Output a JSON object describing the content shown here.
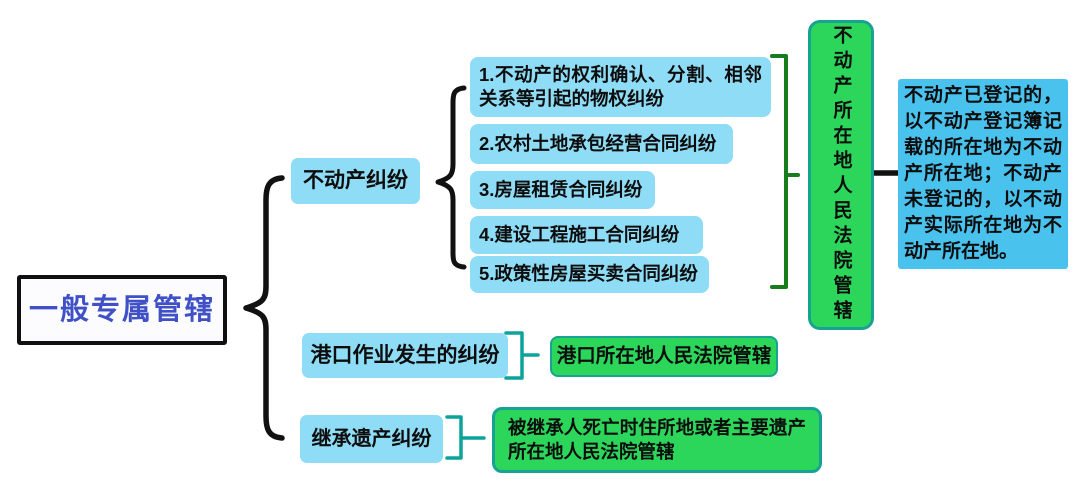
{
  "root": {
    "label": "一般专属管辖"
  },
  "branches": [
    {
      "label": "不动产纠纷",
      "items": [
        {
          "text": "1.不动产的权利确认、分割、相邻关系等引起的物权纠纷"
        },
        {
          "text": "2.农村土地承包经营合同纠纷"
        },
        {
          "text": "3.房屋租赁合同纠纷"
        },
        {
          "text": "4.建设工程施工合同纠纷"
        },
        {
          "text": "5.政策性房屋买卖合同纠纷"
        }
      ],
      "result": {
        "label": "不动产所在地人民法院管辖"
      },
      "note": {
        "text": "不动产已登记的，以不动产登记簿记载的所在地为不动产所在地；不动产未登记的，以不动产实际所在地为不动产所在地。"
      }
    },
    {
      "label": "港口作业发生的纠纷",
      "result": {
        "label": "港口所在地人民法院管辖"
      }
    },
    {
      "label": "继承遗产纠纷",
      "result": {
        "label": "被继承人死亡时住所地或者主要遗产所在地人民法院管辖"
      }
    }
  ],
  "colors": {
    "root_text": "#4051c7",
    "branch_box_blue": "#8edcf6",
    "note_box_blue": "#49c2ee",
    "court_green": "#2cd65b",
    "court_border_teal": "#18a294",
    "bracket_teal": "#0ca49a",
    "bracket_dark_green": "#177d1c",
    "connector_black": "#111111"
  }
}
